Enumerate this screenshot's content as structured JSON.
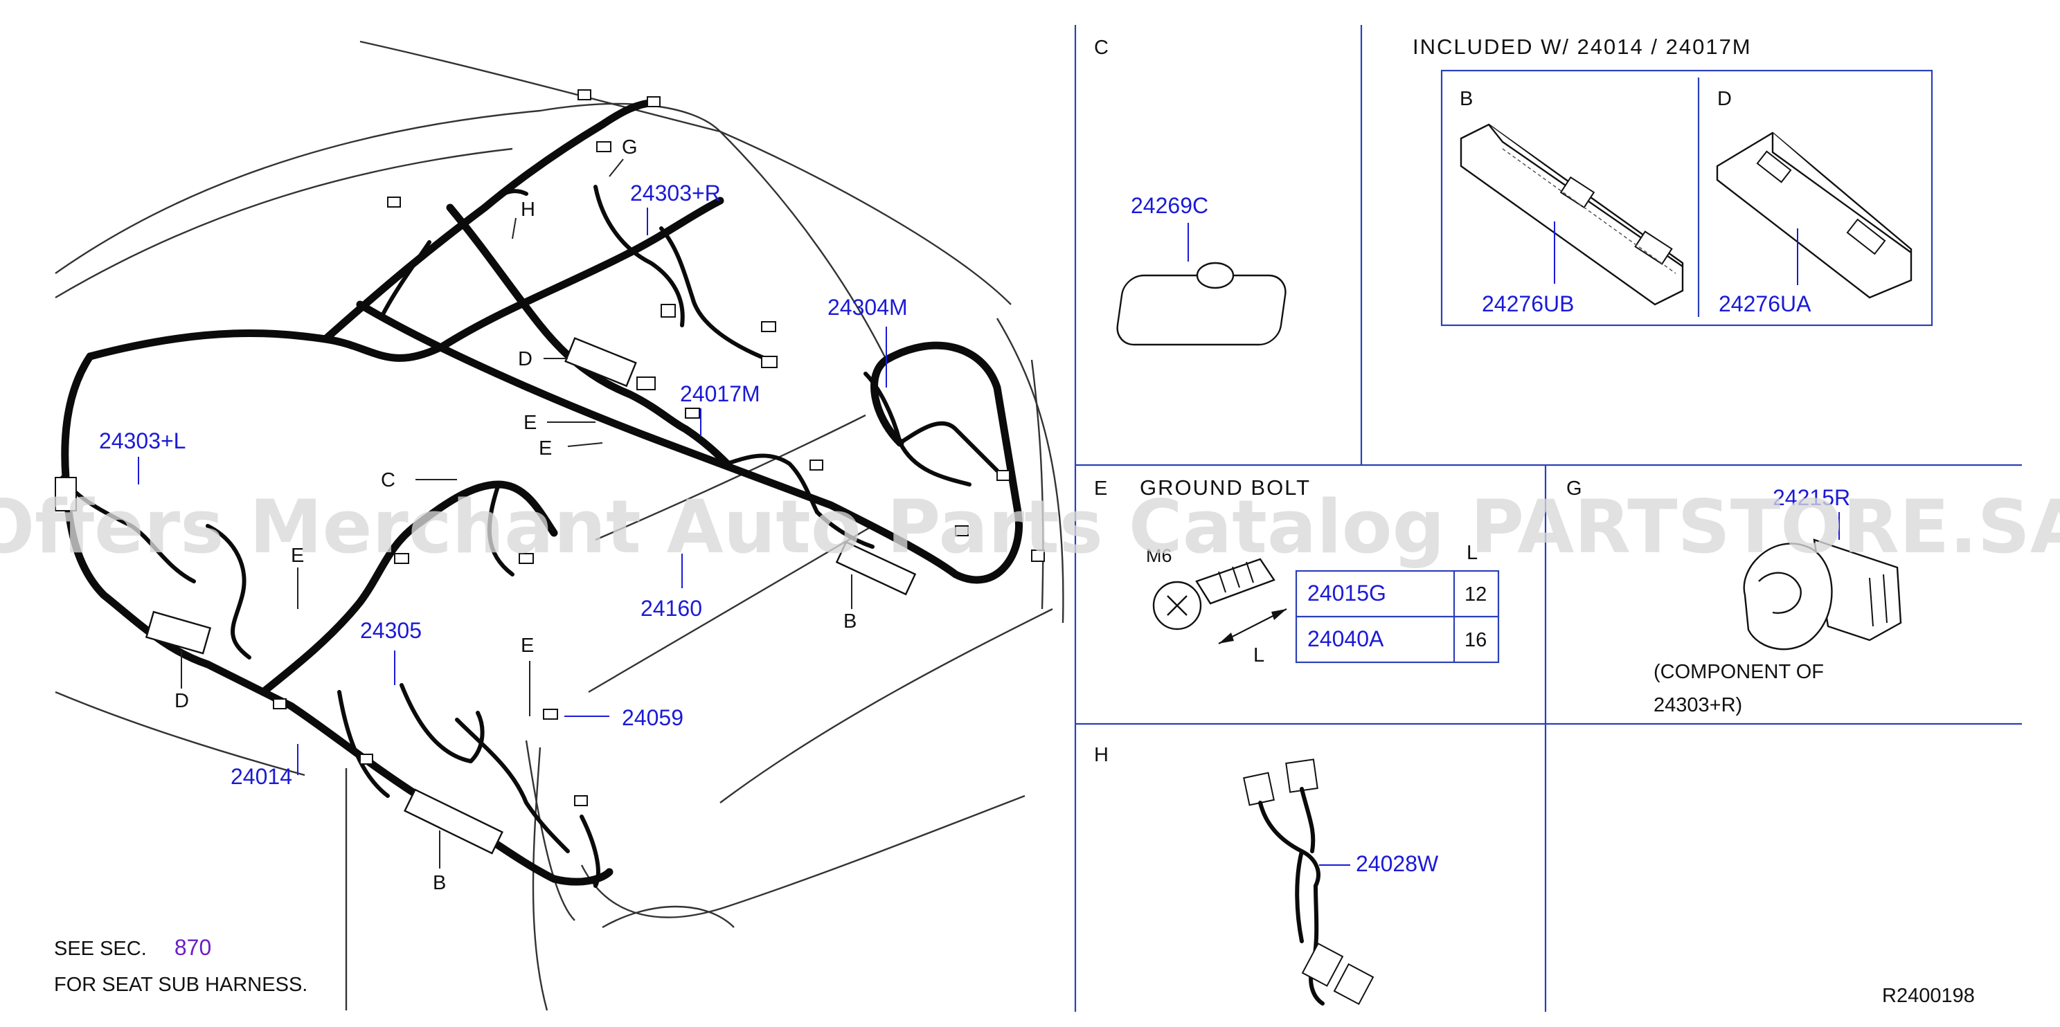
{
  "main_diagram": {
    "callouts": {
      "p24303R": "24303+R",
      "p24304M": "24304M",
      "p24017M": "24017M",
      "p24303L": "24303+L",
      "p24160": "24160",
      "p24305": "24305",
      "p24059": "24059",
      "p24014": "24014"
    },
    "letters": {
      "g": "G",
      "h": "H",
      "d1": "D",
      "e1": "E",
      "e2": "E",
      "c": "C",
      "e3": "E",
      "b1": "B",
      "d2": "D",
      "b2": "B",
      "e4": "E"
    },
    "note": {
      "line1_prefix": "SEE   SEC.",
      "section": "870",
      "line2": "FOR   SEAT   SUB   HARNESS."
    }
  },
  "panels": {
    "c": {
      "letter": "C",
      "part": "24269C"
    },
    "included": {
      "title": "INCLUDED   W/   24014   /   24017M",
      "b": {
        "letter": "B",
        "part": "24276UB"
      },
      "d": {
        "letter": "D",
        "part": "24276UA"
      }
    },
    "e": {
      "letter": "E",
      "title": "GROUND   BOLT",
      "size_label": "M6",
      "dim_label": "L",
      "table": {
        "header_l": "L",
        "rows": [
          {
            "part": "24015G",
            "length": "12"
          },
          {
            "part": "24040A",
            "length": "16"
          }
        ]
      }
    },
    "g": {
      "letter": "G",
      "part": "24215R",
      "note_line1": "(COMPONENT   OF",
      "note_line2": "24303+R)"
    },
    "h": {
      "letter": "H",
      "part": "24028W"
    }
  },
  "diagram_code": "R2400198",
  "watermark": "Offers Merchant Auto Parts Catalog PARTSTORE.SA",
  "colors": {
    "callout_blue": "#1a1ad8",
    "frame_blue": "#2b3fb8",
    "section_purple": "#6a1fc7",
    "harness_black": "#0b0b0b"
  }
}
